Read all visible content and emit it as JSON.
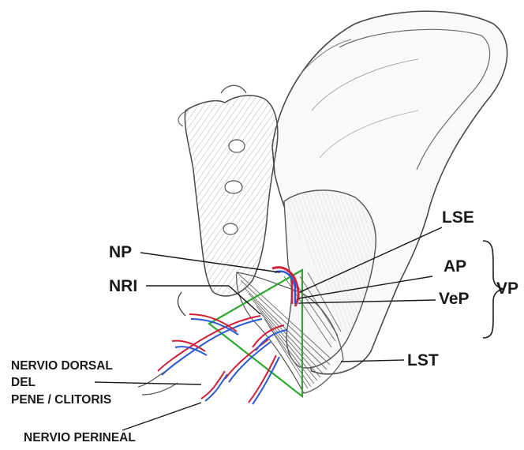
{
  "labels": {
    "np": "NP",
    "nri": "NRI",
    "lse": "LSE",
    "ap": "AP",
    "vep": "VeP",
    "vp": "VP",
    "lst": "LST",
    "nervio_dorsal_line1": "NERVIO DORSAL",
    "nervio_dorsal_line2": "DEL",
    "nervio_dorsal_line3": "PENE / CLITORIS",
    "nervio_perineal": "NERVIO PERINEAL"
  },
  "colors": {
    "ink": "#1a1a1a",
    "pencil": "#5a5a5a",
    "triangle": "#2fa82f",
    "nerve_red": "#d0203a",
    "nerve_blue": "#2a5ad8"
  }
}
